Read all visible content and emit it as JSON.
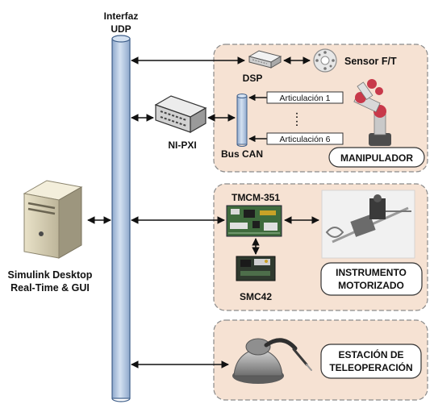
{
  "bus": {
    "title_line1": "Interfaz",
    "title_line2": "UDP"
  },
  "pc": {
    "label_line1": "Simulink Desktop",
    "label_line2": "Real-Time & GUI"
  },
  "manipulator_group": {
    "dsp": "DSP",
    "sensor": "Sensor F/T",
    "ni_pxi": "NI-PXI",
    "bus_can": "Bus CAN",
    "joint_1": "Articulación 1",
    "joint_6": "Articulación 6",
    "dots": ":",
    "badge": "MANIPULADOR"
  },
  "instrument_group": {
    "controller": "TMCM-351",
    "driver": "SMC42",
    "badge_line1": "INSTRUMENTO",
    "badge_line2": "MOTORIZADO"
  },
  "station_group": {
    "badge_line1": "ESTACIÓN DE",
    "badge_line2": "TELEOPERACIÓN"
  },
  "colors": {
    "group_fill": "#f6e2d3",
    "group_border": "#8a8a8a",
    "bus_fill": "#b9cce4",
    "bus_border": "#3f5f8a",
    "arrow": "#111111"
  }
}
